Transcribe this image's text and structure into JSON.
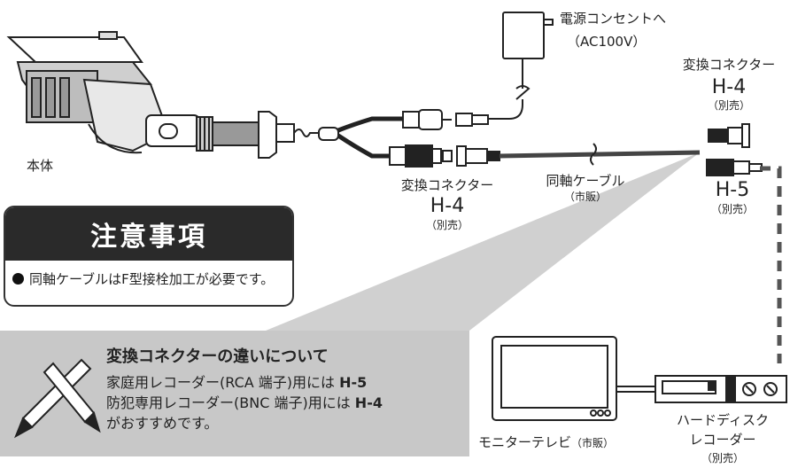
{
  "labels": {
    "power_outlet": "電源コンセントへ",
    "power_voltage": "（AC100V）",
    "body": "本体",
    "adapter_h4_right": {
      "name": "変換コネクター",
      "model": "H-4",
      "note": "（別売）"
    },
    "adapter_h4_left": {
      "name": "変換コネクター",
      "model": "H-4",
      "note": "（別売）"
    },
    "adapter_h5": {
      "model": "H-5",
      "note": "（別売）"
    },
    "coax_cable": {
      "name": "同軸ケーブル",
      "note": "（市販）"
    },
    "monitor_tv": {
      "name": "モニターテレビ",
      "note": "（市販）"
    },
    "hdd_recorder": {
      "line1": "ハードディスク",
      "line2": "レコーダー",
      "note": "（別売）"
    }
  },
  "caution": {
    "title": "注意事項",
    "item": "同軸ケーブルはF型接栓加工が必要です。"
  },
  "note": {
    "title": "変換コネクターの違いについて",
    "line1_text": "家庭用レコーダー(RCA 端子)用には",
    "line1_model": "H-5",
    "line2_text": "防犯専用レコーダー(BNC 端子)用には",
    "line2_model": "H-4",
    "line3_text": "がおすすめです。"
  },
  "colors": {
    "caution_header": "#2a2a2a",
    "note_panel": "#c8c8c8",
    "cable": "#444444",
    "dashed_line": "#555555"
  },
  "icons": [
    "camera-body-icon",
    "power-adapter-icon",
    "pencil-icon",
    "monitor-tv-icon",
    "hdd-recorder-icon"
  ]
}
